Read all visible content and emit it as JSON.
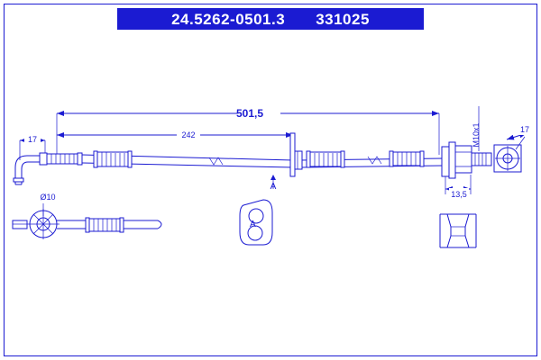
{
  "header": {
    "part_number": "24.5262-0501.3",
    "reference_number": "331025",
    "bar_color": "#1b1bd2"
  },
  "drawing": {
    "line_color": "#1b1bd2",
    "background": "#ffffff",
    "dimensions": {
      "total_length": "501,5",
      "segment_length": "242",
      "left_end": "17",
      "right_end": "17",
      "thread": "M10x1",
      "bracket_offset": "13,5",
      "eye_diameter": "Ø10"
    },
    "section_marks": {
      "section_a_top": "A",
      "section_a_detail": "A"
    }
  }
}
